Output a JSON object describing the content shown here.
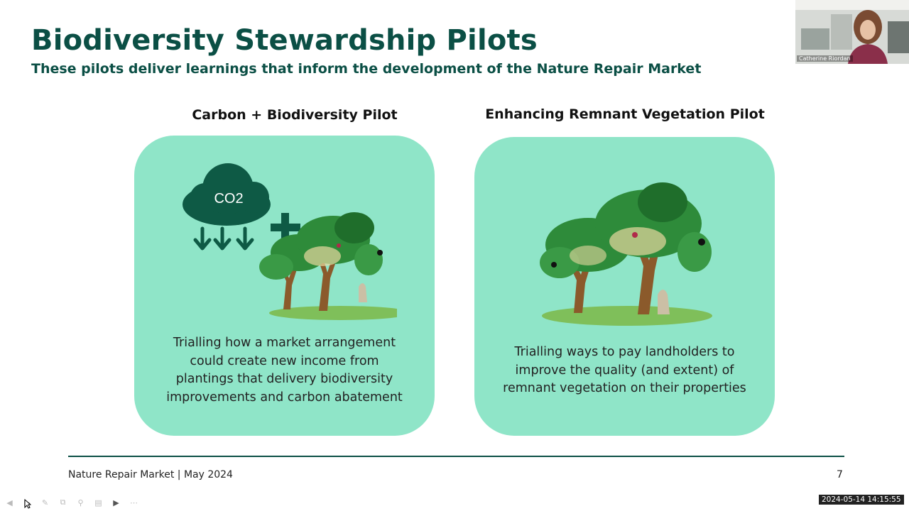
{
  "slide": {
    "title": "Biodiversity Stewardship Pilots",
    "subtitle": "These pilots deliver learnings that inform the development of the Nature Repair Market",
    "cards": [
      {
        "heading": "Carbon + Biodiversity Pilot",
        "cloud_label": "CO2",
        "text": "Trialling how a market arrangement could create new income from plantings that delivery biodiversity improvements and carbon abatement"
      },
      {
        "heading": "Enhancing Remnant Vegetation Pilot",
        "text": "Trialling ways to pay landholders to improve the quality (and extent) of remnant vegetation on their properties"
      }
    ],
    "footer": "Nature Repair Market | May 2024",
    "page_number": "7"
  },
  "video": {
    "participant_name": "Catherine Riordan"
  },
  "timestamp": "2024-05-14 14:15:55",
  "colors": {
    "heading_green": "#0b4f45",
    "card_mint": "#8fe5c8",
    "dark_green": "#0e5a45",
    "leaf_green": "#2e8b3a"
  },
  "toolbar": {
    "icons": [
      "prev-icon",
      "next-icon",
      "pen-icon",
      "copy-icon",
      "zoom-icon",
      "subtitles-icon",
      "camera-icon",
      "more-icon"
    ]
  }
}
